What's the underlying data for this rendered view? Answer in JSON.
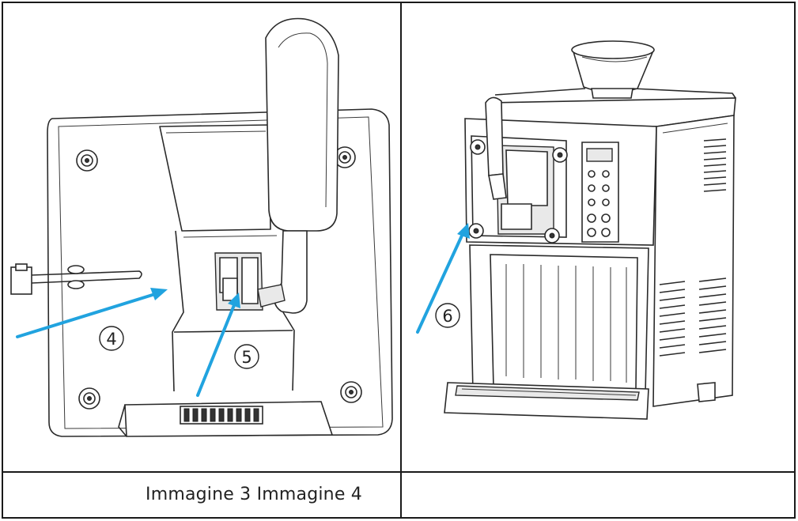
{
  "caption": "Immagine 3 Immagine 4",
  "callouts": {
    "four": "4",
    "five": "5",
    "six": "6"
  },
  "colors": {
    "arrow": "#21a3df",
    "line": "#1a1a1a"
  }
}
